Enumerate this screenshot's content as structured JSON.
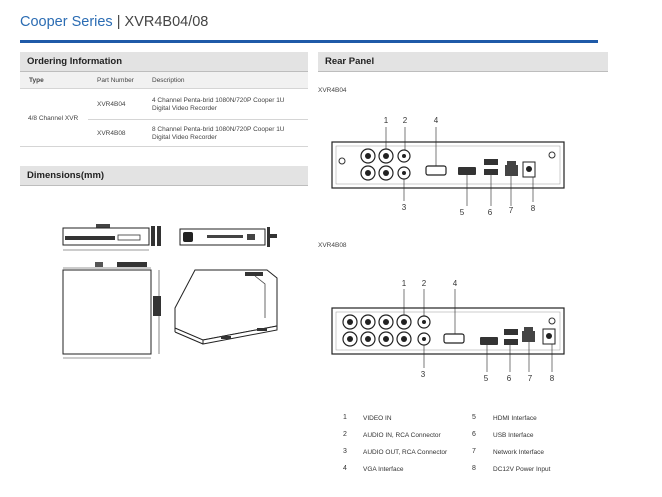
{
  "header": {
    "series": "Cooper Series",
    "separator": "|",
    "model": "XVR4B04/08"
  },
  "ordering": {
    "title": "Ordering Information",
    "columns": [
      "Type",
      "Part Number",
      "Description"
    ],
    "type_value": "4/8 Channel XVR",
    "rows": [
      {
        "part": "XVR4B04",
        "desc_line1": "4 Channel Penta-brid 1080N/720P Cooper 1U",
        "desc_line2": "Digital Video Recorder"
      },
      {
        "part": "XVR4B08",
        "desc_line1": "8 Channel Penta-brid 1080N/720P Cooper 1U",
        "desc_line2": "Digital Video Recorder"
      }
    ]
  },
  "dimensions": {
    "title": "Dimensions(mm)"
  },
  "rear_panel": {
    "title": "Rear Panel",
    "model_a": "XVR4B04",
    "model_b": "XVR4B08",
    "callouts": [
      "1",
      "2",
      "3",
      "4",
      "5",
      "6",
      "7",
      "8"
    ]
  },
  "legend": [
    {
      "num": "1",
      "label": "VIDEO IN"
    },
    {
      "num": "2",
      "label": "AUDIO IN, RCA Connector"
    },
    {
      "num": "3",
      "label": "AUDIO OUT, RCA Connector"
    },
    {
      "num": "4",
      "label": "VGA Interface"
    },
    {
      "num": "5",
      "label": "HDMI Interface"
    },
    {
      "num": "6",
      "label": "USB Interface"
    },
    {
      "num": "7",
      "label": "Network Interface"
    },
    {
      "num": "8",
      "label": "DC12V Power Input"
    }
  ]
}
